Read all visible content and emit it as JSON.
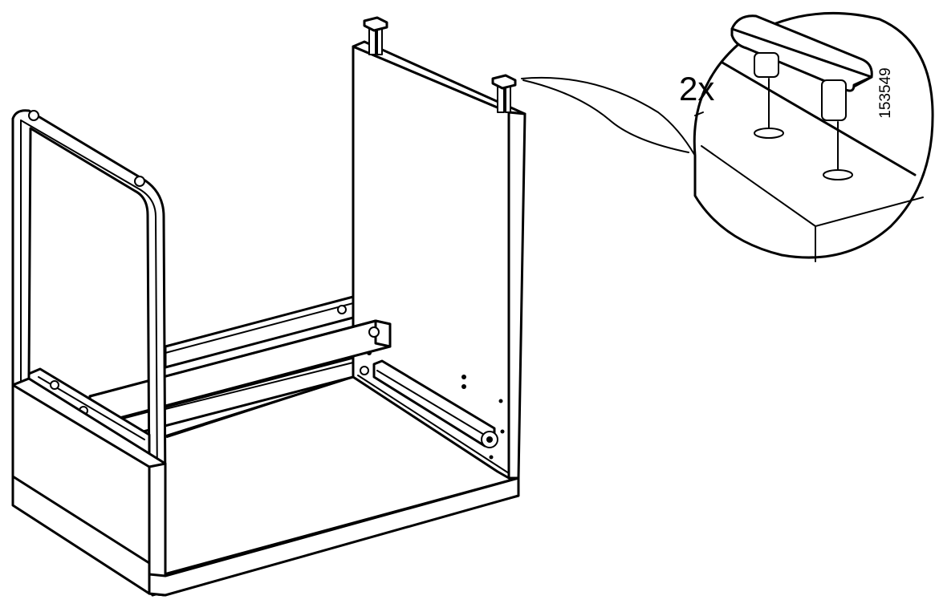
{
  "diagram": {
    "quantity_label": "2x",
    "illustration_code": "153549",
    "line_color": "#000000",
    "background_color": "#ffffff",
    "icons": [
      "cabinet-frame-illustration",
      "dowel-peg-icon",
      "magnifier-callout"
    ]
  }
}
